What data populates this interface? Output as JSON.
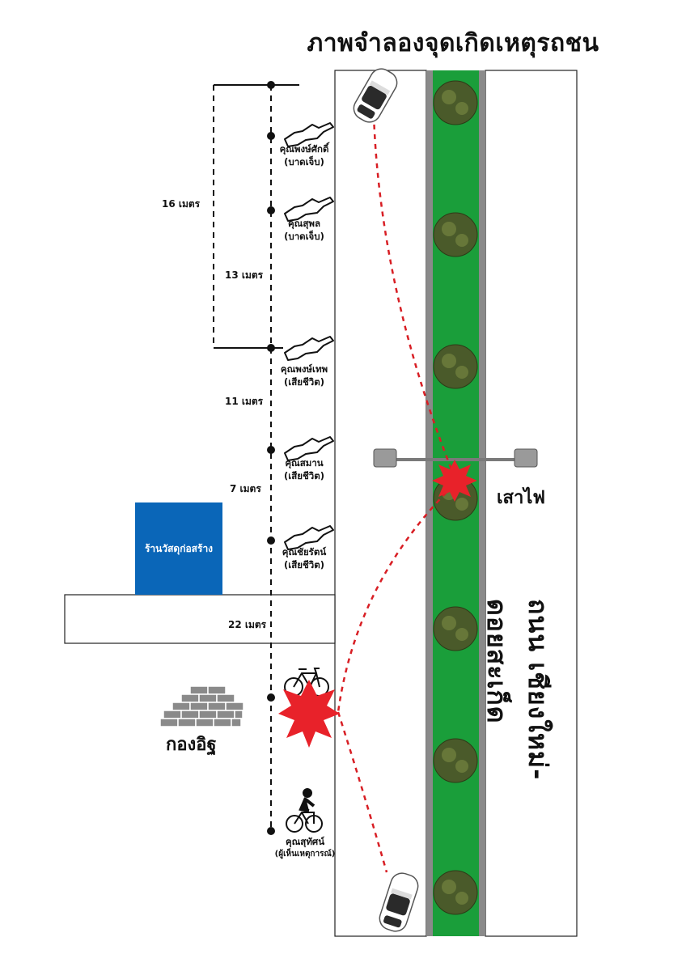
{
  "title": "ภาพจำลองจุดเกิดเหตุรถชน",
  "victims": [
    {
      "name": "คุณพงษ์ศักดิ์",
      "status": "(บาดเจ็บ)"
    },
    {
      "name": "คุณสุพล",
      "status": "(บาดเจ็บ)"
    },
    {
      "name": "คุณพงษ์เทพ",
      "status": "(เสียชีวิต)"
    },
    {
      "name": "คุณสมาน",
      "status": "(เสียชีวิต)"
    },
    {
      "name": "คุณชัยรัตน์",
      "status": "(เสียชีวิต)"
    }
  ],
  "witness": {
    "name": "คุณสุทัศน์",
    "status": "(ผู้เห็นเหตุการณ์)"
  },
  "distances": {
    "d16": "16 เมตร",
    "d13": "13 เมตร",
    "d11": "11 เมตร",
    "d7": "7 เมตร",
    "d22": "22 เมตร"
  },
  "store_label": "ร้านวัสดุก่อสร้าง",
  "bricks_label": "กองอิฐ",
  "pole_label": "เสาไฟ",
  "road_name": "ถนน เชียงใหม่-ดอยสะเก็ด",
  "colors": {
    "median_green": "#1a9e3a",
    "trajectory_red": "#d81e24",
    "impact_red": "#e8222a",
    "store_blue": "#0a66b8",
    "curb_gray": "#8a8a8a"
  }
}
